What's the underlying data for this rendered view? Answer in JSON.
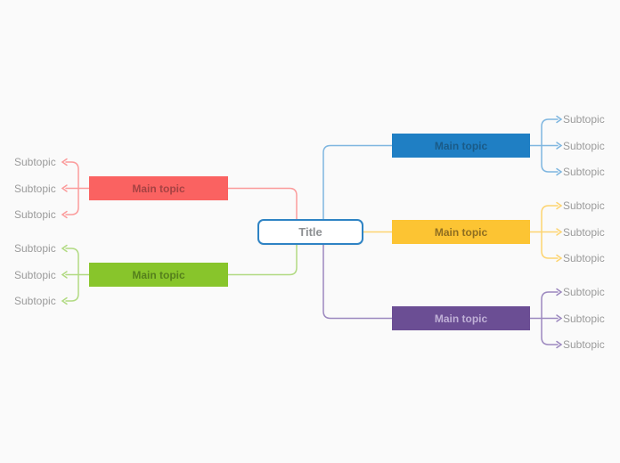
{
  "canvas": {
    "background": "#fafafa"
  },
  "title": {
    "label": "Title",
    "border_color": "#2e83c4",
    "text_color": "#8d9093"
  },
  "branches": [
    {
      "name": "blue",
      "side": "right",
      "label": "Main topic",
      "color": "#1f7fc4",
      "connector_color": "#7eb6e0",
      "subtopics": [
        "Subtopic",
        "Subtopic",
        "Subtopic"
      ]
    },
    {
      "name": "yellow",
      "side": "right",
      "label": "Main topic",
      "color": "#fcc433",
      "connector_color": "#fdd470",
      "subtopics": [
        "Subtopic",
        "Subtopic",
        "Subtopic"
      ]
    },
    {
      "name": "purple",
      "side": "right",
      "label": "Main topic",
      "color": "#6b4e94",
      "connector_color": "#9c88bf",
      "subtopics": [
        "Subtopic",
        "Subtopic",
        "Subtopic"
      ]
    },
    {
      "name": "red",
      "side": "left",
      "label": "Main topic",
      "color": "#fa6261",
      "connector_color": "#fb9b9b",
      "subtopics": [
        "Subtopic",
        "Subtopic",
        "Subtopic"
      ]
    },
    {
      "name": "green",
      "side": "left",
      "label": "Main topic",
      "color": "#88c52b",
      "connector_color": "#b1da82",
      "subtopics": [
        "Subtopic",
        "Subtopic",
        "Subtopic"
      ]
    }
  ]
}
